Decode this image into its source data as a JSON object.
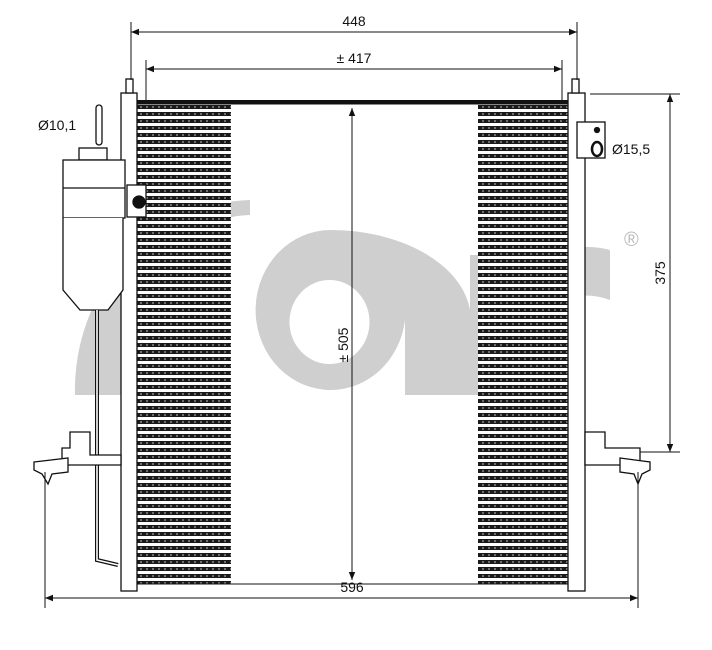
{
  "logo": {
    "text": "acr",
    "registered_mark": "®",
    "color": "#cfcfcf"
  },
  "dimensions": {
    "overall_top": "448",
    "core_width": "± 417",
    "core_height": "± 505",
    "mount_height": "375",
    "overall_bottom": "596",
    "inlet_diameter": "Ø10,1",
    "outlet_diameter": "Ø15,5"
  },
  "colors": {
    "line": "#111111",
    "fin": "#1a1a1a",
    "watermark": "#cfcfcf"
  }
}
